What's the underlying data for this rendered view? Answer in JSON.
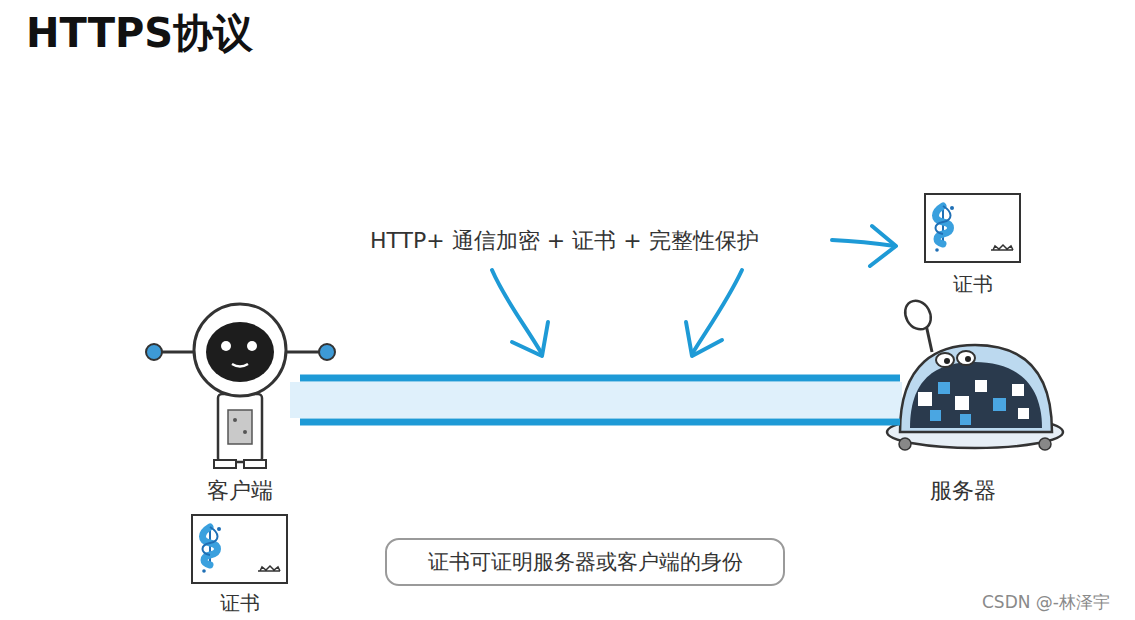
{
  "diagram": {
    "title": "HTTPS协议",
    "nodes": [
      {
        "text": [
          "客户端"
        ]
      },
      {
        "text": [
          "服务器"
        ]
      },
      {
        "text": [
          "证书"
        ]
      },
      {
        "text": [
          "证书"
        ]
      },
      {
        "text": [
          "证书可证明服务器或客户端的身份"
        ]
      }
    ],
    "edges": [
      {
        "from": 0,
        "to": 1,
        "arrow": "none"
      },
      {
        "from": 0,
        "to": 1,
        "arrow": "none"
      }
    ],
    "labels": [
      "HTTP+ 通信加密 + 证书 + 完整性保护",
      "CSDN @-林泽宇"
    ]
  }
}
